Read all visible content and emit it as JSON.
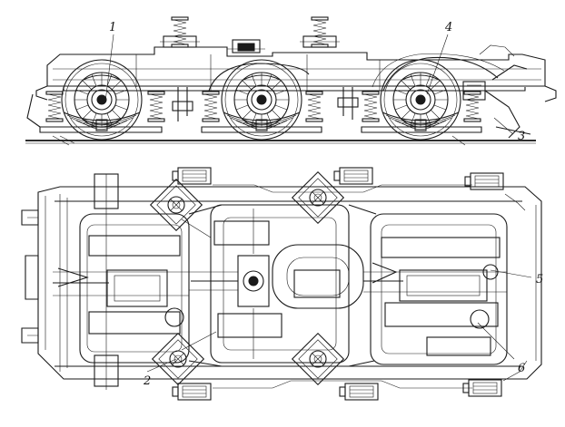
{
  "figure": {
    "callouts": [
      {
        "id": "1",
        "text": "1"
      },
      {
        "id": "2",
        "text": "2"
      },
      {
        "id": "3",
        "text": "3"
      },
      {
        "id": "4",
        "text": "4"
      },
      {
        "id": "5",
        "text": "5"
      },
      {
        "id": "6",
        "text": "6"
      }
    ]
  }
}
